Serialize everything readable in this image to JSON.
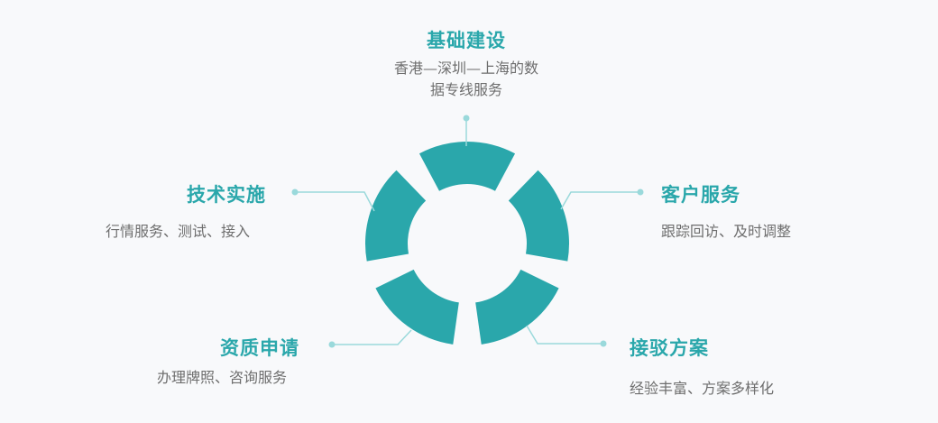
{
  "colors": {
    "accent": "#2aa7ab",
    "connector": "#9ad9db",
    "text": "#6e6e6e",
    "background": "#f8f9fb"
  },
  "items": [
    {
      "title": "基础建设",
      "desc": [
        "香港—深圳—上海的数",
        "据专线服务"
      ]
    },
    {
      "title": "客户服务",
      "desc": [
        "跟踪回访、及时调整"
      ]
    },
    {
      "title": "接驳方案",
      "desc": [
        "经验丰富、方案多样化"
      ]
    },
    {
      "title": "资质申请",
      "desc": [
        "办理牌照、咨询服务"
      ]
    },
    {
      "title": "技术实施",
      "desc": [
        "行情服务、测试、接入"
      ]
    }
  ]
}
